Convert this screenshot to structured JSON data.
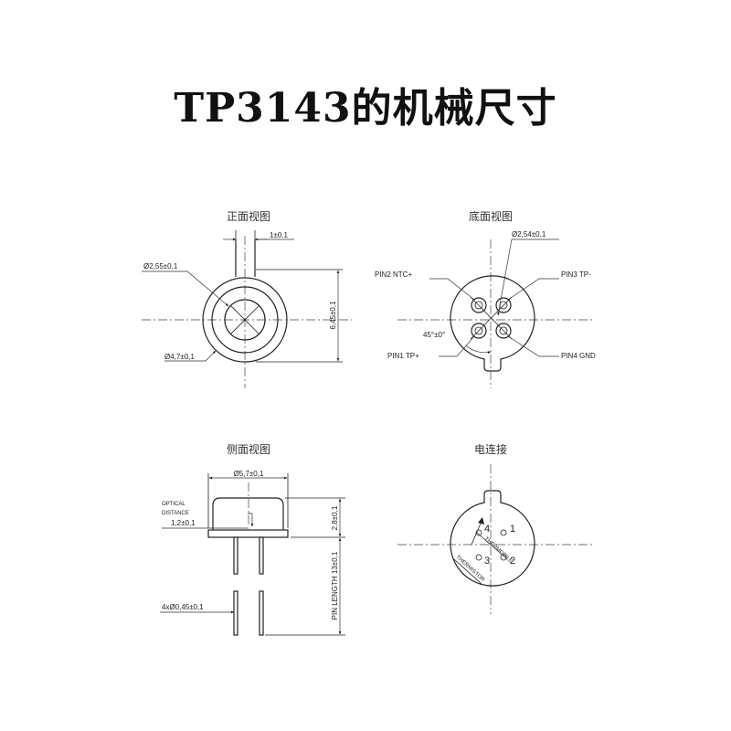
{
  "title": "TP3143的机械尺寸",
  "views": {
    "front": {
      "title": "正面视图",
      "tab_width": "1±0.1",
      "inner_diameter": "Ø2,55±0,1",
      "outer_diameter": "Ø4,7±0,1",
      "height": "6,45±0,1"
    },
    "bottom": {
      "title": "底面视图",
      "pitch_diameter": "Ø2,54±0,1",
      "angle": "45°±0°",
      "pin2": "PIN2 NTC+",
      "pin3": "PIN3 TP-",
      "pin1": "PIN1 TP+",
      "pin4": "PIN4 GND"
    },
    "side": {
      "title": "侧面视图",
      "can_diameter": "Ø5,7±0,1",
      "optical_line1": "OPTICAL",
      "optical_line2": "DISTANCE",
      "optical_value": "1,2±0,1",
      "cap_height": "2,8±0,1",
      "pin_length": "PIN LENGTH 13±0,1",
      "pin_diameter": "4xØ0,45±0,1"
    },
    "electrical": {
      "title": "电连接",
      "pins": [
        "1",
        "2",
        "3",
        "4"
      ],
      "thermopile": "THERMOPILE",
      "thermistor": "THERMISTOR"
    }
  }
}
